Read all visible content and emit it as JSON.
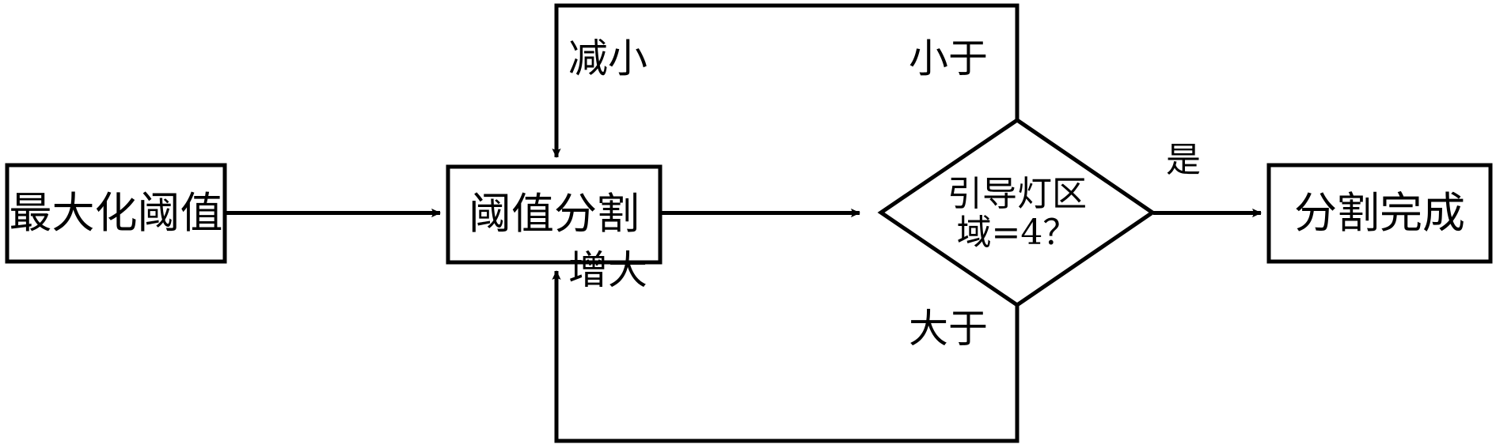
{
  "diagram": {
    "type": "flowchart",
    "title": "",
    "orientation": "left-to-right",
    "stroke_color": "#000000",
    "fill_color": "#ffffff",
    "nodes": [
      {
        "id": "n1",
        "shape": "rectangle",
        "label": "最大化阈值"
      },
      {
        "id": "n2",
        "shape": "rectangle",
        "label": "阈值分割"
      },
      {
        "id": "n3",
        "shape": "diamond",
        "label": "引导灯区\n域=4？"
      },
      {
        "id": "n4",
        "shape": "rectangle",
        "label": "分割完成"
      }
    ],
    "edges": [
      {
        "from": "n1",
        "to": "n2",
        "label": "",
        "arrow": true
      },
      {
        "from": "n2",
        "to": "n3",
        "label": "",
        "arrow": true
      },
      {
        "from": "n3",
        "to": "n4",
        "label": "是",
        "arrow": true
      },
      {
        "from": "n3",
        "to": "n2",
        "label": "小于",
        "arrow": true,
        "route": "top"
      },
      {
        "from": "n3",
        "to": "n2",
        "label": "大于",
        "arrow": true,
        "route": "bottom"
      }
    ],
    "labels": {
      "decrease": "减小",
      "increase": "增大",
      "less_than": "小于",
      "greater_than": "大于",
      "yes": "是"
    }
  }
}
